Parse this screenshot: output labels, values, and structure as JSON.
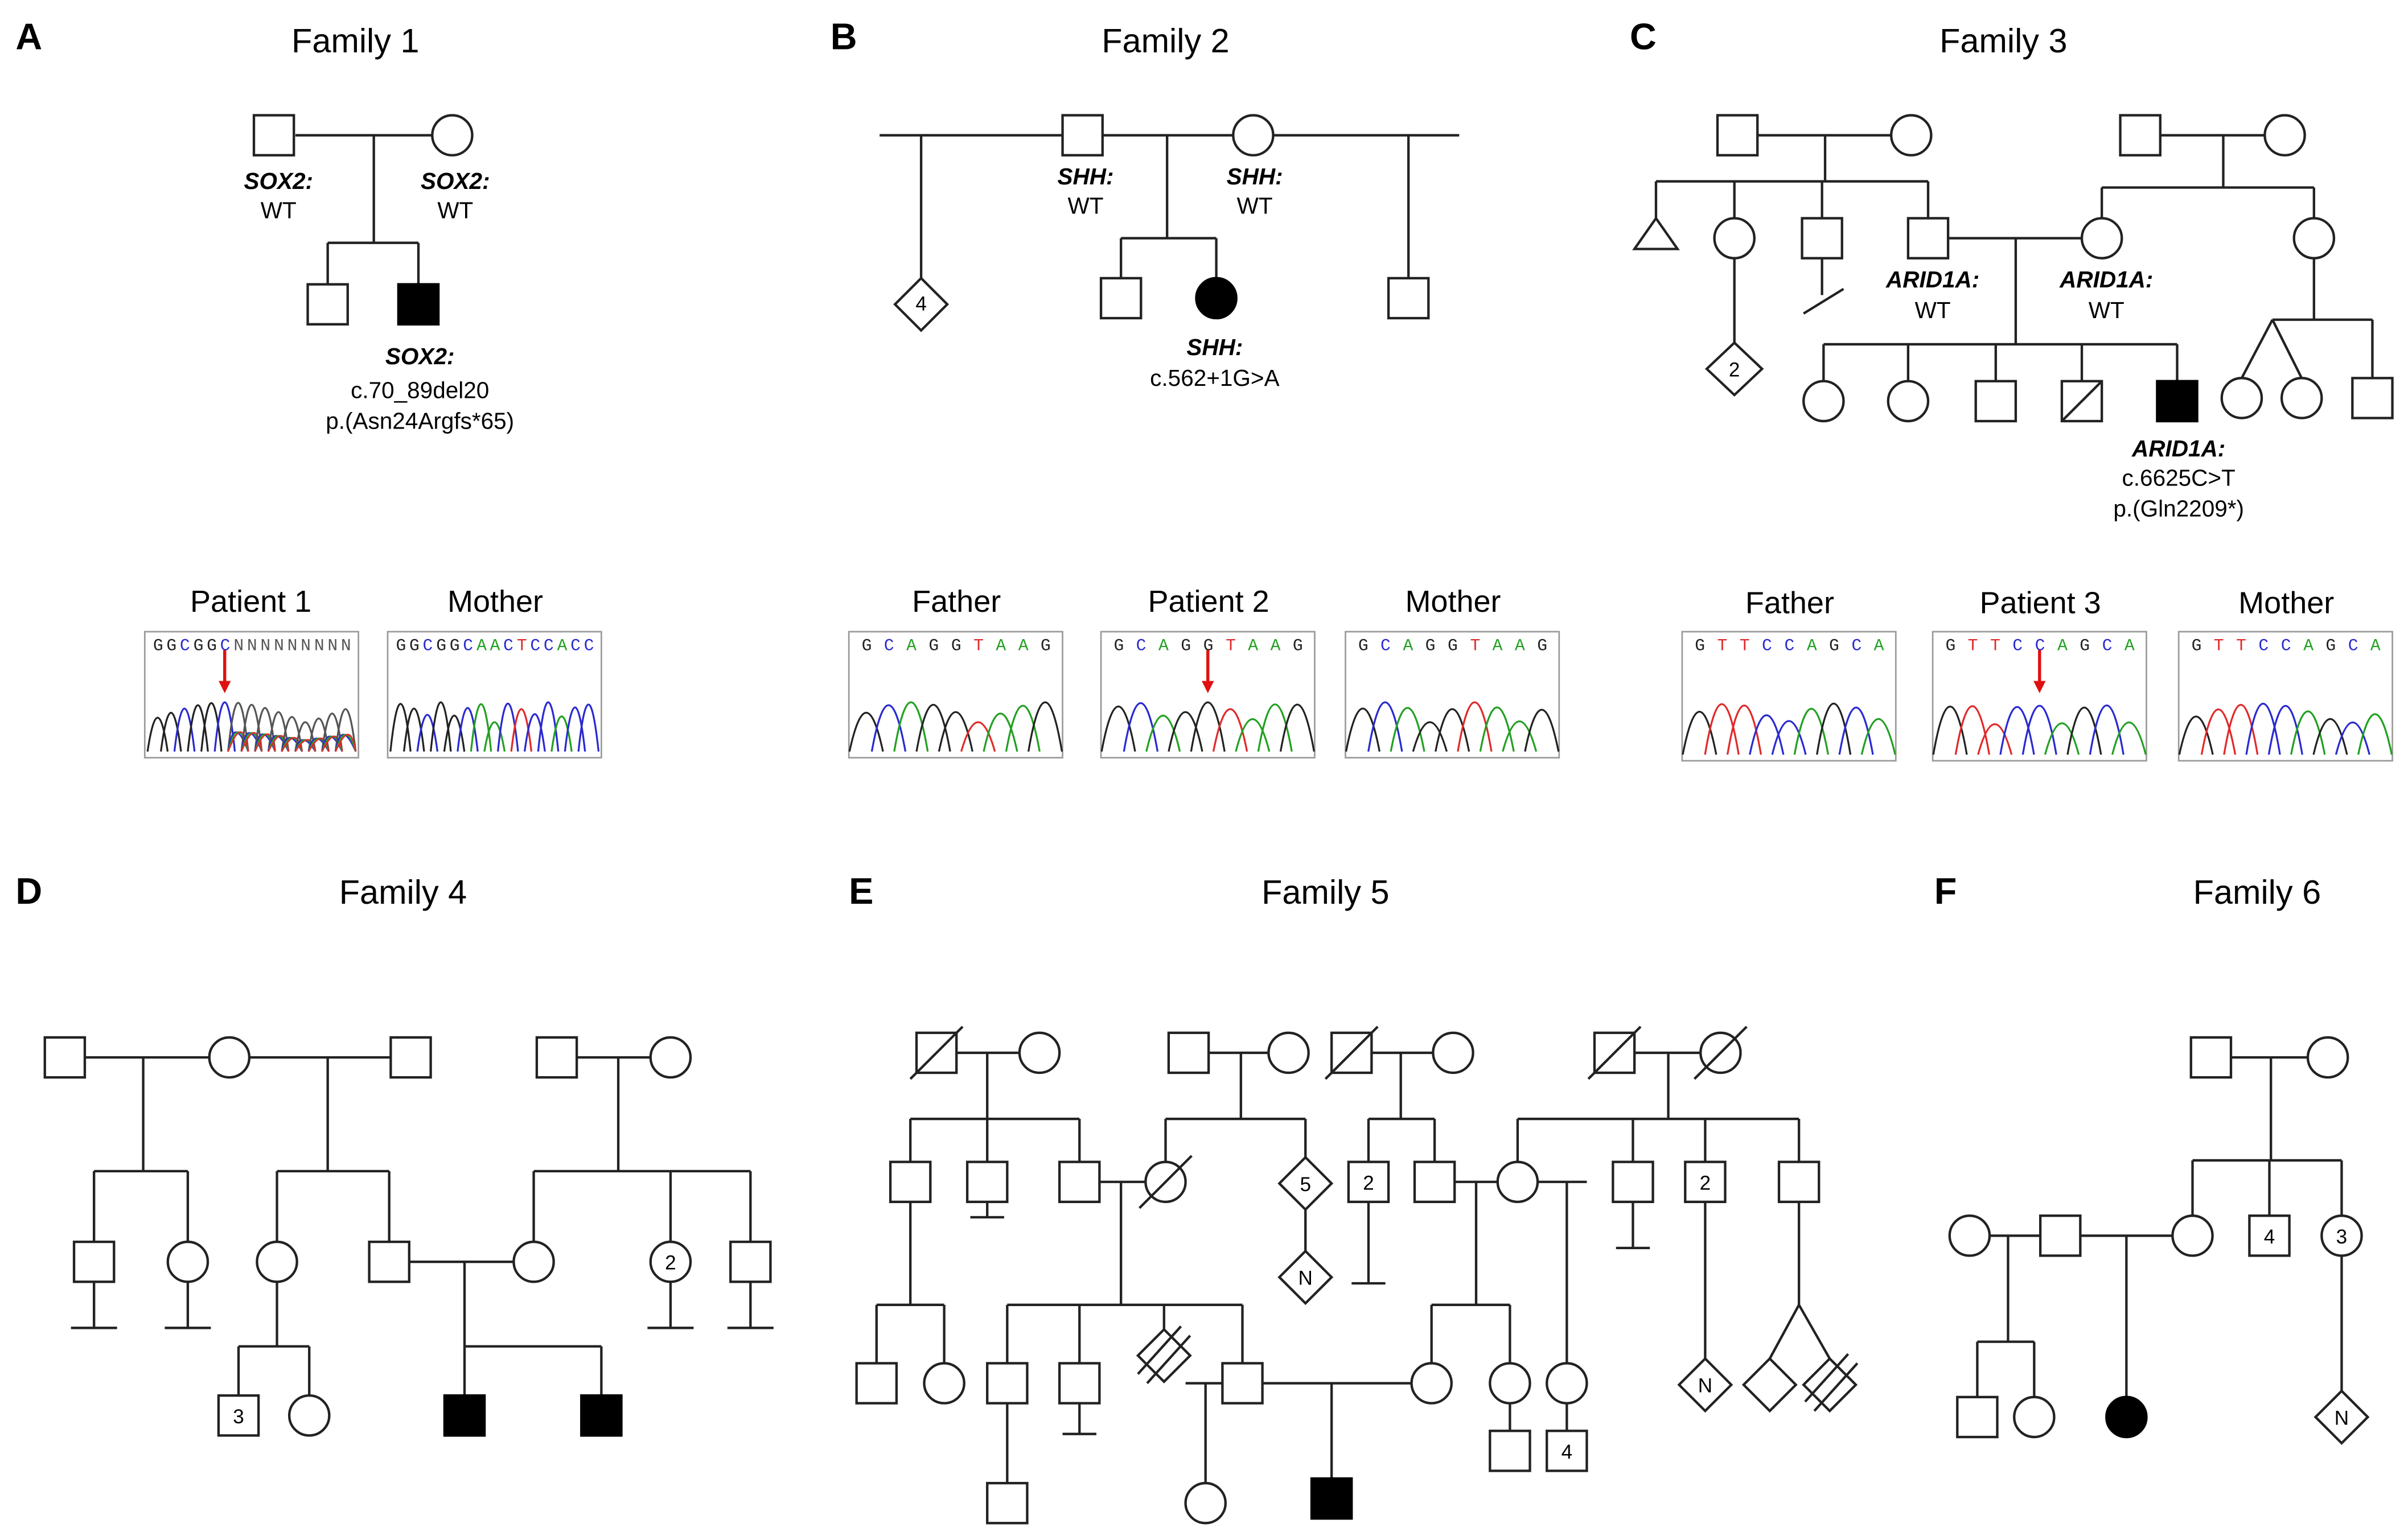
{
  "panels": {
    "A": {
      "letter": "A",
      "title": "Family 1"
    },
    "B": {
      "letter": "B",
      "title": "Family 2"
    },
    "C": {
      "letter": "C",
      "title": "Family 3"
    },
    "D": {
      "letter": "D",
      "title": "Family 4"
    },
    "E": {
      "letter": "E",
      "title": "Family 5"
    },
    "F": {
      "letter": "F",
      "title": "Family 6"
    }
  },
  "family1": {
    "father": {
      "gene": "SOX2:",
      "result": "WT"
    },
    "mother": {
      "gene": "SOX2:",
      "result": "WT"
    },
    "proband": {
      "gene": "SOX2:",
      "cdna": "c.70_89del20",
      "protein": "p.(Asn24Argfs*65)"
    },
    "traces": [
      {
        "label": "Patient 1",
        "sequence": "GGCGGCNNNNNNNNN",
        "arrow": true
      },
      {
        "label": "Mother",
        "sequence": "GGCGGCAACTCCACC",
        "arrow": false
      }
    ]
  },
  "family2": {
    "father": {
      "gene": "SHH:",
      "result": "WT"
    },
    "mother": {
      "gene": "SHH:",
      "result": "WT"
    },
    "proband": {
      "gene": "SHH:",
      "cdna": "c.562+1G>A"
    },
    "sibs_count": "4",
    "traces": [
      {
        "label": "Father",
        "sequence": "GCAGGTAAG",
        "arrow": false
      },
      {
        "label": "Patient 2",
        "sequence": "GCAGGTAAG",
        "arrow": true
      },
      {
        "label": "Mother",
        "sequence": "GCAGGTAAG",
        "arrow": false
      }
    ]
  },
  "family3": {
    "father": {
      "gene": "ARID1A:",
      "result": "WT"
    },
    "mother": {
      "gene": "ARID1A:",
      "result": "WT"
    },
    "proband": {
      "gene": "ARID1A:",
      "cdna": "c.6625C>T",
      "protein": "p.(Gln2209*)"
    },
    "sibs_count": "2",
    "traces": [
      {
        "label": "Father",
        "sequence": "GTTCCAGCA",
        "arrow": false
      },
      {
        "label": "Patient 3",
        "sequence": "GTTCCAGCA",
        "arrow": true
      },
      {
        "label": "Mother",
        "sequence": "GTTCCAGCA",
        "arrow": false
      }
    ]
  },
  "family4": {
    "counts": [
      "2",
      "3"
    ]
  },
  "family5": {
    "counts": [
      "5",
      "2",
      "2",
      "4"
    ],
    "notes": [
      "N",
      "N"
    ]
  },
  "family6": {
    "counts": [
      "4",
      "3"
    ],
    "notes": [
      "N"
    ]
  },
  "colors": {
    "arrow": "#e01010",
    "A": "#22a022",
    "C": "#2a2ad0",
    "G": "#222222",
    "T": "#e02a2a",
    "N": "#555555"
  }
}
